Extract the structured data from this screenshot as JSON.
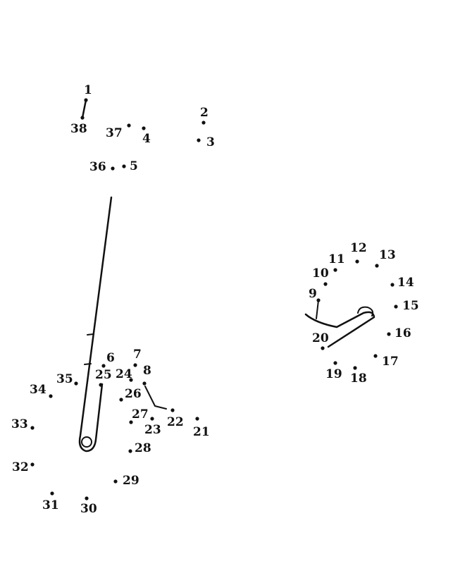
{
  "puzzle": {
    "dots": [
      {
        "label": "1"
      },
      {
        "label": "2"
      },
      {
        "label": "3"
      },
      {
        "label": "4"
      },
      {
        "label": "5"
      },
      {
        "label": "6"
      },
      {
        "label": "7"
      },
      {
        "label": "8"
      },
      {
        "label": "9"
      },
      {
        "label": "10"
      },
      {
        "label": "11"
      },
      {
        "label": "12"
      },
      {
        "label": "13"
      },
      {
        "label": "14"
      },
      {
        "label": "15"
      },
      {
        "label": "16"
      },
      {
        "label": "17"
      },
      {
        "label": "18"
      },
      {
        "label": "19"
      },
      {
        "label": "20"
      },
      {
        "label": "21"
      },
      {
        "label": "22"
      },
      {
        "label": "23"
      },
      {
        "label": "24"
      },
      {
        "label": "25"
      },
      {
        "label": "26"
      },
      {
        "label": "27"
      },
      {
        "label": "28"
      },
      {
        "label": "29"
      },
      {
        "label": "30"
      },
      {
        "label": "31"
      },
      {
        "label": "32"
      },
      {
        "label": "33"
      },
      {
        "label": "34"
      },
      {
        "label": "35"
      },
      {
        "label": "36"
      },
      {
        "label": "37"
      },
      {
        "label": "38"
      }
    ],
    "ink_color": "#111111",
    "background_color": "#ffffff"
  }
}
